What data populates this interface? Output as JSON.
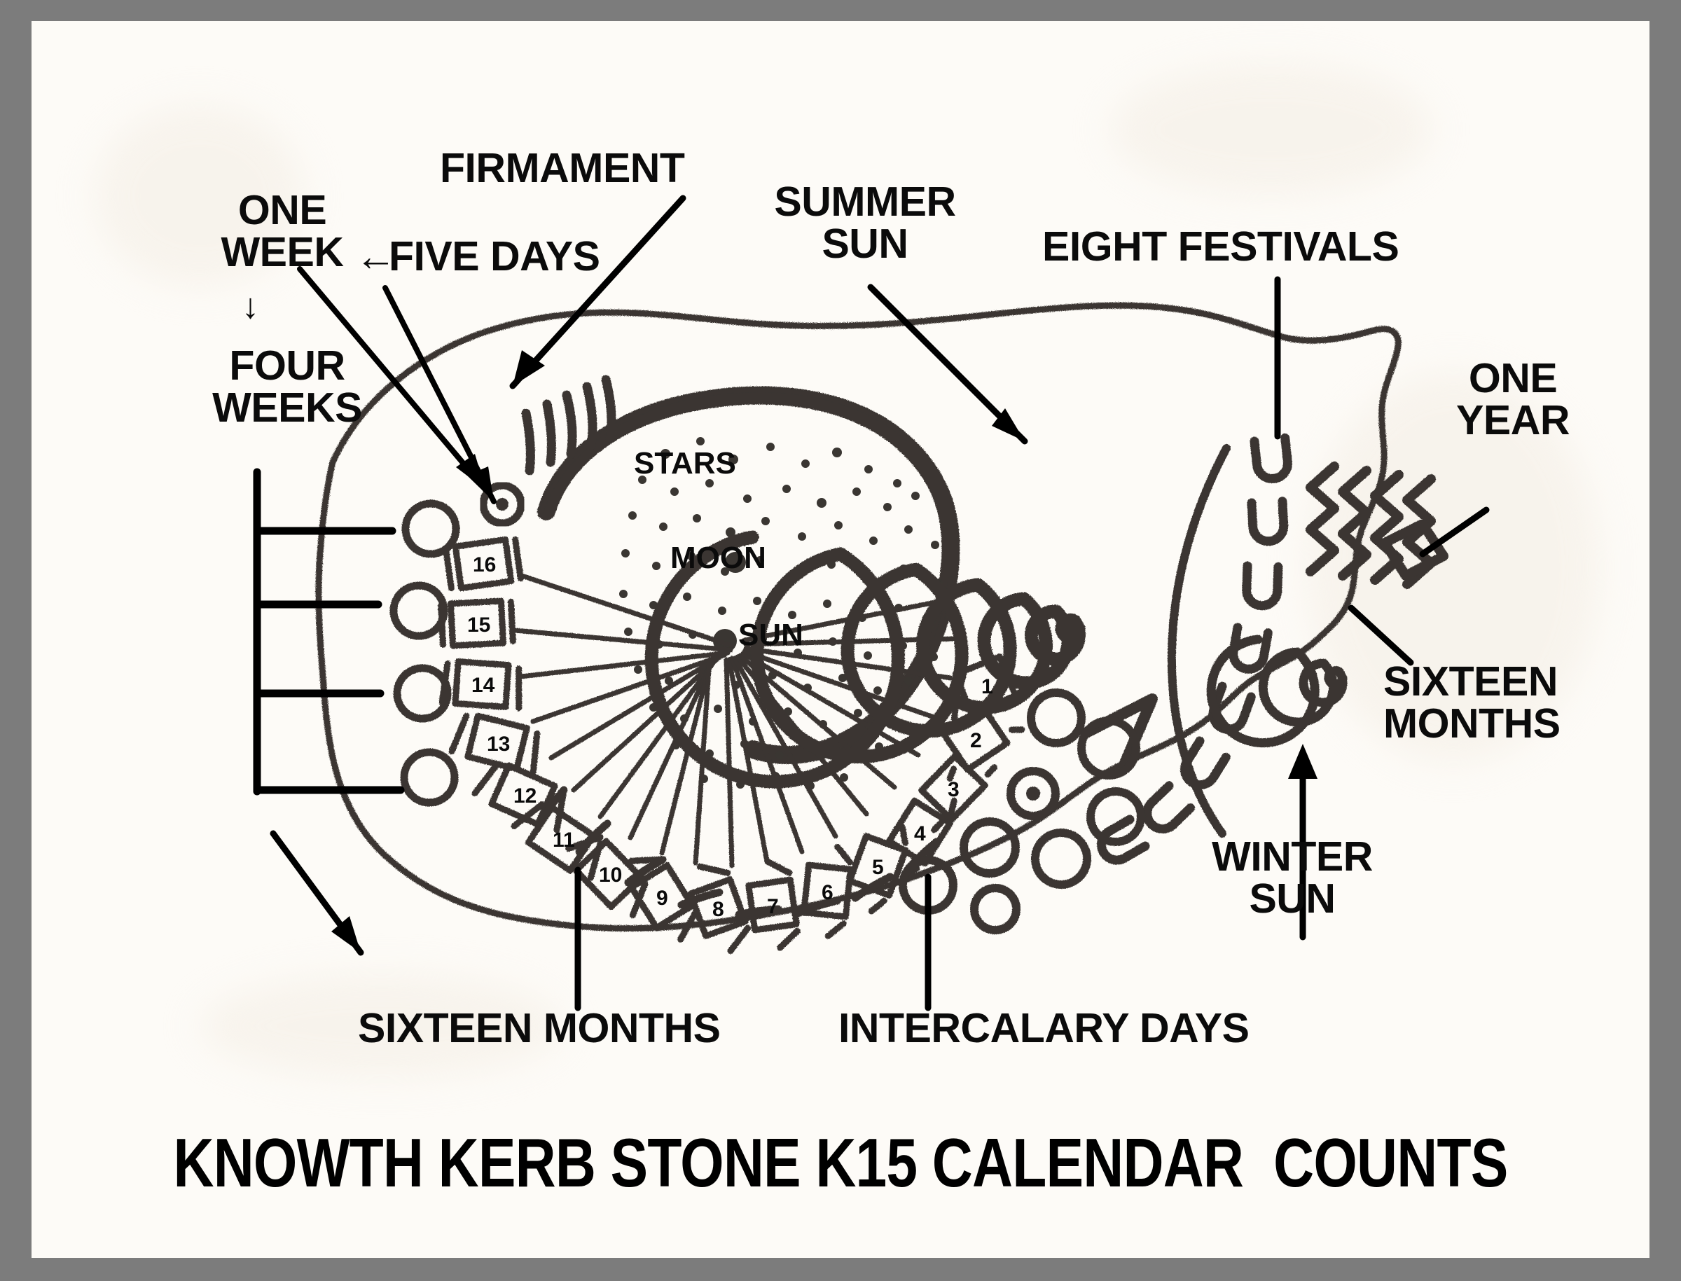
{
  "page": {
    "title": "KNOWTH KERB STONE K15 CALENDAR  COUNTS",
    "border_color": "#7c7c7c",
    "paper_color": "#fdfbf7",
    "ink_color": "#3a3632",
    "text_color": "#0b0b0b"
  },
  "annotations": {
    "one_week": "ONE\nWEEK",
    "five_days": "FIVE DAYS",
    "four_weeks": "FOUR\nWEEKS",
    "firmament": "FIRMAMENT",
    "summer_sun": "SUMMER\nSUN",
    "eight_festivals": "EIGHT FESTIVALS",
    "one_year": "ONE\nYEAR",
    "sixteen_months_right": "SIXTEEN\nMONTHS",
    "winter_sun": "WINTER\nSUN",
    "sixteen_months_bottom": "SIXTEEN MONTHS",
    "intercalary_days": "INTERCALARY DAYS",
    "stars": "STARS",
    "moon": "MOON",
    "sun": "SUN",
    "arrow_glyph": "←",
    "down_arrow_glyph": "↓"
  },
  "chart_data": {
    "type": "diagram",
    "title": "KNOWTH KERB STONE K15 CALENDAR  COUNTS",
    "subject": "Megalithic petroglyph calendar interpretation of Knowth Kerb Stone K15",
    "month_boxes": {
      "label": "SIXTEEN MONTHS",
      "count": 16,
      "numbers": [
        1,
        2,
        3,
        4,
        5,
        6,
        7,
        8,
        9,
        10,
        11,
        12,
        13,
        14,
        15,
        16
      ],
      "arrangement": "arc of rectangular cartouches around a radiating sun fan, numbered counter-clockwise from right (1) to upper-left (16)"
    },
    "week_circles": {
      "label": "FOUR WEEKS",
      "count": 4,
      "note": "four plain cup-marks on the left edge bracketed as four weeks"
    },
    "five_day_tally": {
      "label": "FIVE DAYS",
      "count": 5,
      "note": "five short incised strokes above the oval; one week = five days"
    },
    "one_week_marker": {
      "label": "ONE WEEK",
      "symbol": "ringed cup-mark (circle with central dot)"
    },
    "firmament": {
      "label": "FIRMAMENT",
      "note": "pecked wavy outline of the stone perimeter"
    },
    "celestial_oval": {
      "contains": [
        "STARS",
        "MOON",
        "SUN"
      ],
      "stars_count_approx": 90,
      "moon": "single filled dot, upper centre of oval",
      "sun": "single filled dot at apex of the radiating ray fan"
    },
    "summer_sun": {
      "label": "SUMMER SUN",
      "symbol": "large spiral",
      "turns": 6
    },
    "winter_sun": {
      "label": "WINTER SUN",
      "symbol": "small spiral",
      "turns": 4
    },
    "eight_festivals": {
      "label": "EIGHT FESTIVALS",
      "count": 8,
      "symbol": "row of U-shapes along an arc"
    },
    "sixteen_months_zigzag": {
      "label": "SIXTEEN MONTHS",
      "symbol": "four vertical zigzag/chevron columns",
      "columns": 4
    },
    "one_year": {
      "label": "ONE YEAR",
      "symbol": "lozenge / diamond box on the right margin"
    },
    "intercalary_days": {
      "label": "INTERCALARY DAYS",
      "count": 9,
      "symbol": "loose field of plain and ringed cup-marks below the spiral"
    }
  }
}
